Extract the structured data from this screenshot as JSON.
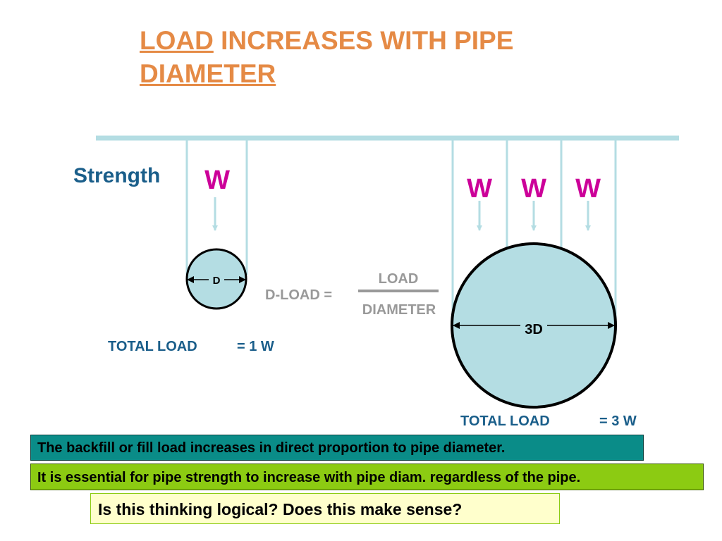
{
  "title": {
    "line1_underlined": "LOAD",
    "line1_rest": " INCREASES WITH PIPE",
    "line2": "DIAMETER"
  },
  "diagram": {
    "strength_label": "Strength",
    "weight_symbol": "W",
    "small_pipe_label": "D",
    "large_pipe_label": "3D",
    "dload_lhs": "D-LOAD =",
    "dload_numerator": "LOAD",
    "dload_denominator": "DIAMETER",
    "small_total_label": "TOTAL LOAD",
    "small_total_value": "= 1 W",
    "large_total_label": "TOTAL LOAD",
    "large_total_value": "= 3 W"
  },
  "notes": {
    "note1": "The backfill or fill load increases in direct proportion to pipe diameter.",
    "note2": "It is essential for pipe strength to increase with pipe diam. regardless of the pipe.",
    "question": "Is this thinking logical?  Does this make sense?"
  },
  "colors": {
    "title": "#e58a45",
    "weight": "#cc0099",
    "pipe_fill": "#b4dde3",
    "light_line": "#b4dde3",
    "text_blue": "#1a5e8a",
    "gray": "#999999",
    "box1": "#0a8c88",
    "box2": "#8ccb12",
    "box3": "#ffffcc"
  }
}
